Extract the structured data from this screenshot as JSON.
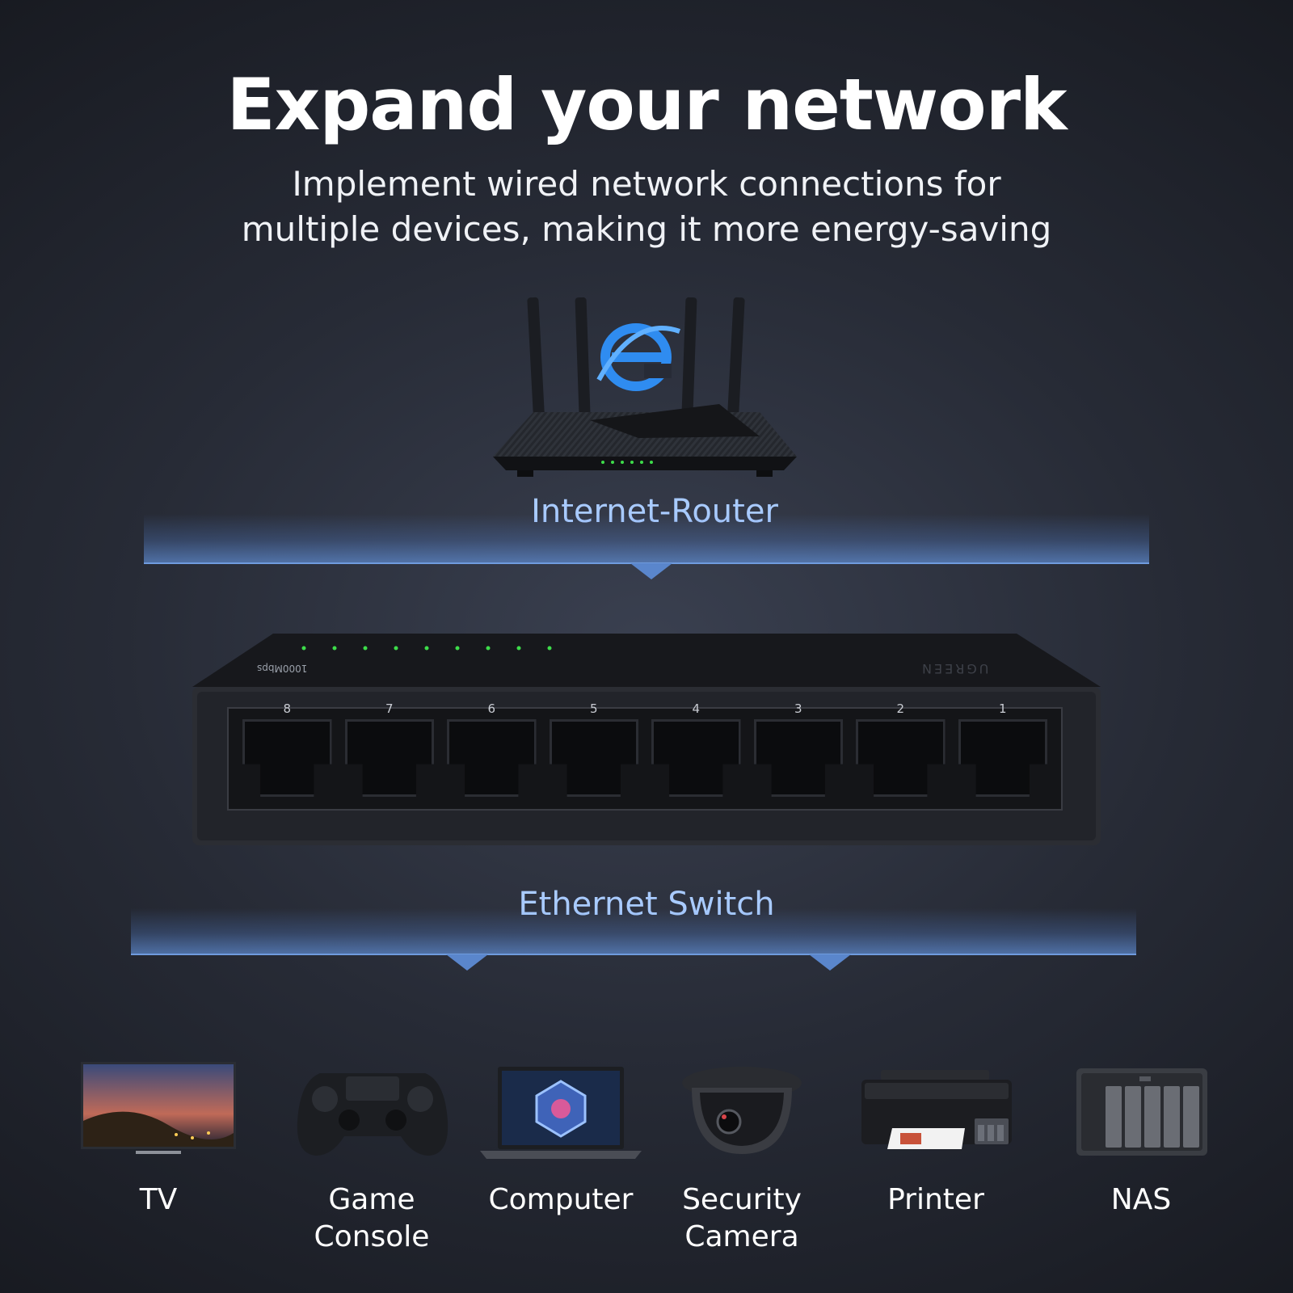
{
  "header": {
    "title": "Expand your network",
    "subtitle_line1": "Implement wired network connections for",
    "subtitle_line2": "multiple devices, making it more energy-saving"
  },
  "router": {
    "label": "Internet-Router"
  },
  "switch": {
    "label": "Ethernet Switch",
    "speed_text": "1000Mbps",
    "brand_text": "UGREEN",
    "ports": [
      "8",
      "7",
      "6",
      "5",
      "4",
      "3",
      "2",
      "1"
    ]
  },
  "devices": [
    {
      "line1": "TV",
      "line2": "",
      "icon": "tv-icon"
    },
    {
      "line1": "Game",
      "line2": "Console",
      "icon": "game-console-icon"
    },
    {
      "line1": "Computer",
      "line2": "",
      "icon": "laptop-icon"
    },
    {
      "line1": "Security",
      "line2": "Camera",
      "icon": "security-camera-icon"
    },
    {
      "line1": "Printer",
      "line2": "",
      "icon": "printer-icon"
    },
    {
      "line1": "NAS",
      "line2": "",
      "icon": "nas-icon"
    }
  ],
  "colors": {
    "accent_label": "#a9cbff",
    "band": "#5a86cc",
    "led": "#3ddc4a",
    "ie_blue": "#2f8cf0"
  }
}
